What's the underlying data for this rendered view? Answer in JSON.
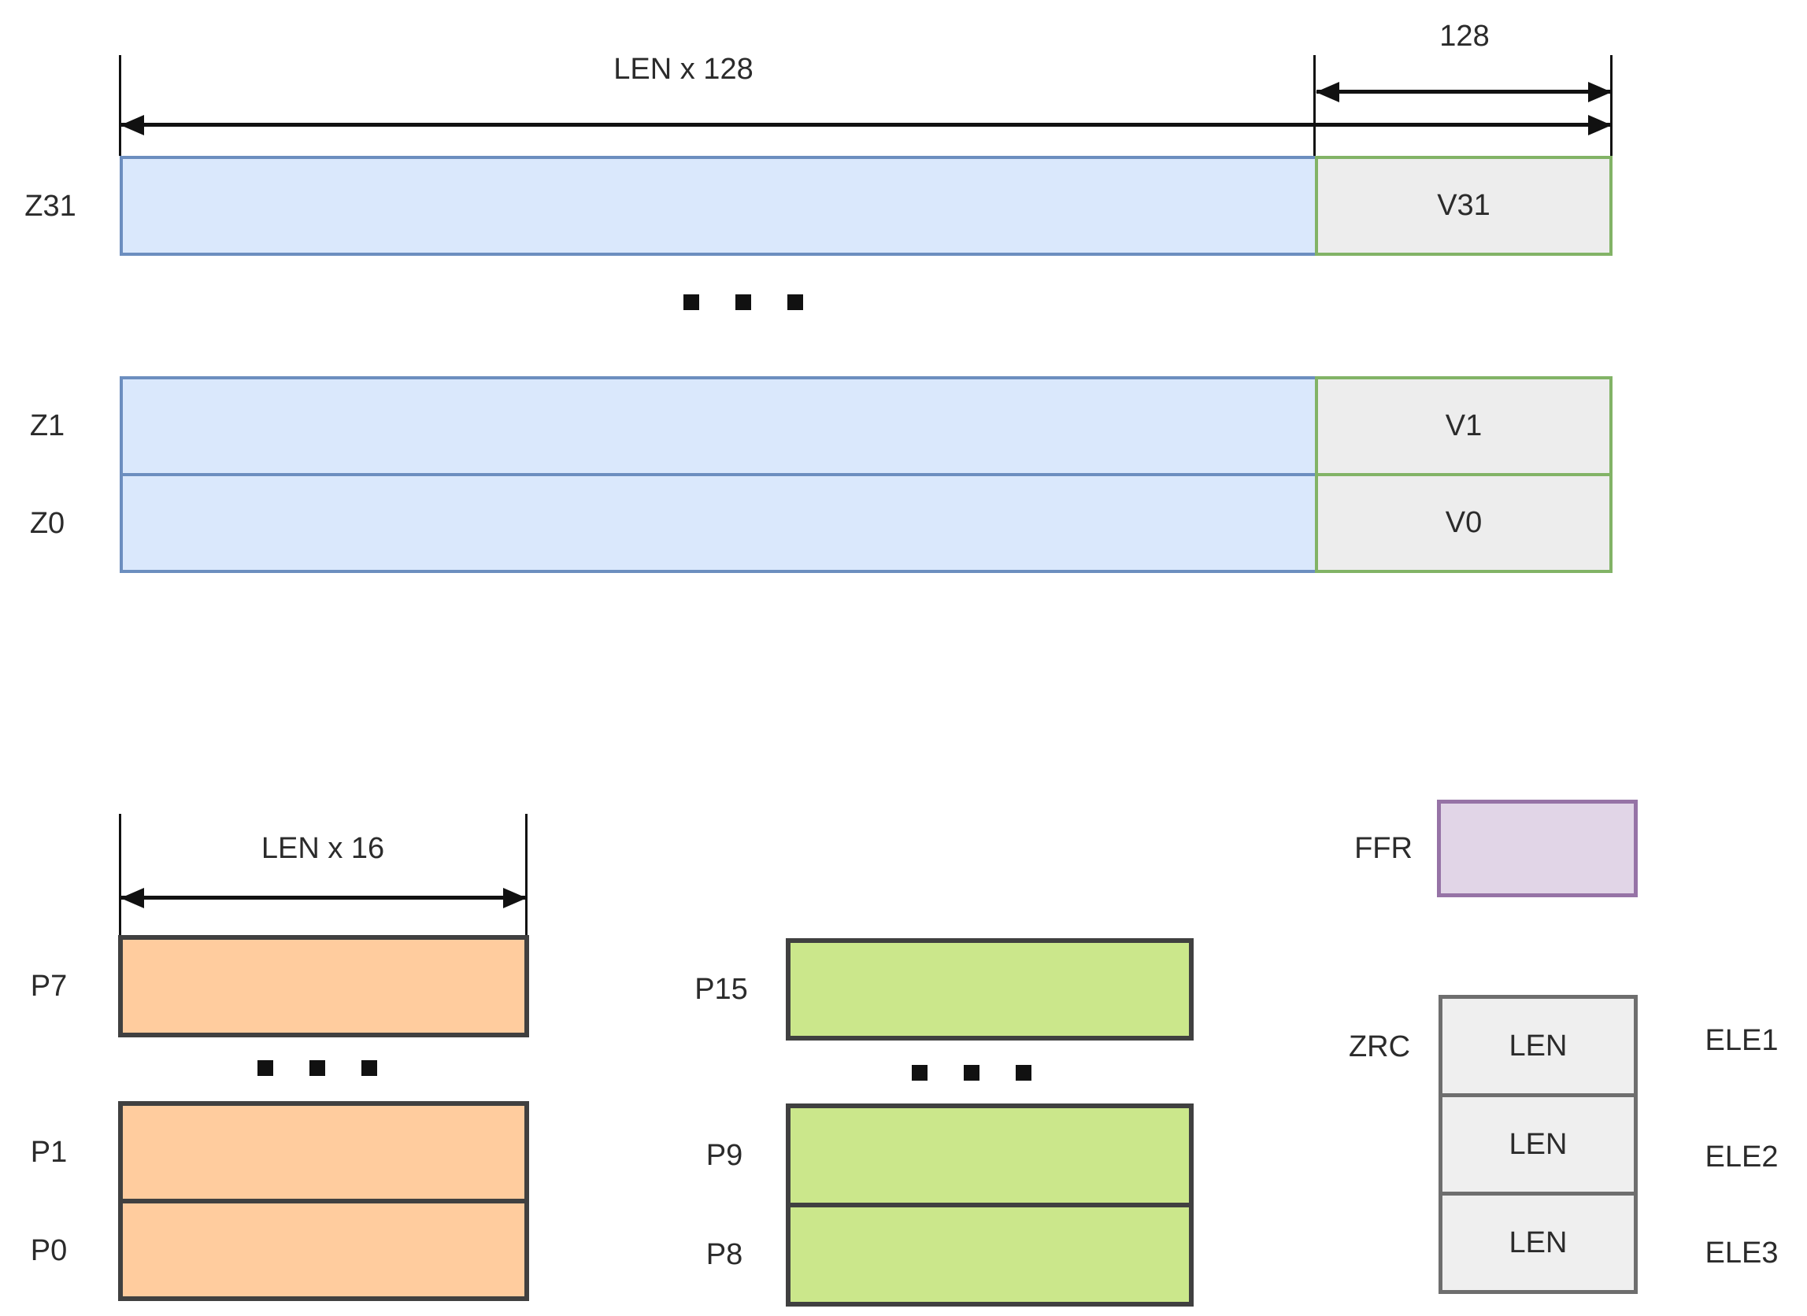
{
  "top": {
    "width_label": "LEN x 128",
    "v_width_label": "128",
    "ellipsis": "...",
    "rows": [
      {
        "z": "Z31",
        "v": "V31"
      },
      {
        "z": "Z1",
        "v": "V1"
      },
      {
        "z": "Z0",
        "v": "V0"
      }
    ]
  },
  "predicates_low": {
    "width_label": "LEN x 16",
    "ellipsis": "...",
    "rows": [
      {
        "p": "P7"
      },
      {
        "p": "P1"
      },
      {
        "p": "P0"
      }
    ]
  },
  "predicates_high": {
    "ellipsis": "...",
    "rows": [
      {
        "p": "P15"
      },
      {
        "p": "P9"
      },
      {
        "p": "P8"
      }
    ]
  },
  "ffr": {
    "label": "FFR"
  },
  "zrc": {
    "label": "ZRC",
    "cells": [
      {
        "value": "LEN",
        "ele": "ELE1"
      },
      {
        "value": "LEN",
        "ele": "ELE2"
      },
      {
        "value": "LEN",
        "ele": "ELE3"
      }
    ]
  },
  "colors": {
    "z_fill": "#dae8fc",
    "z_border": "#6c8ebf",
    "v_fill": "#ededed",
    "v_border": "#82b366",
    "p_orange_fill": "#ffcc9e",
    "p_green_fill": "#cbe78b",
    "p_border": "#404040",
    "ffr_fill": "#e1d5e7",
    "ffr_border": "#9673a6",
    "len_fill": "#efefef",
    "len_border": "#6e6e6e",
    "line": "#111111",
    "text": "#2b2b2b"
  }
}
